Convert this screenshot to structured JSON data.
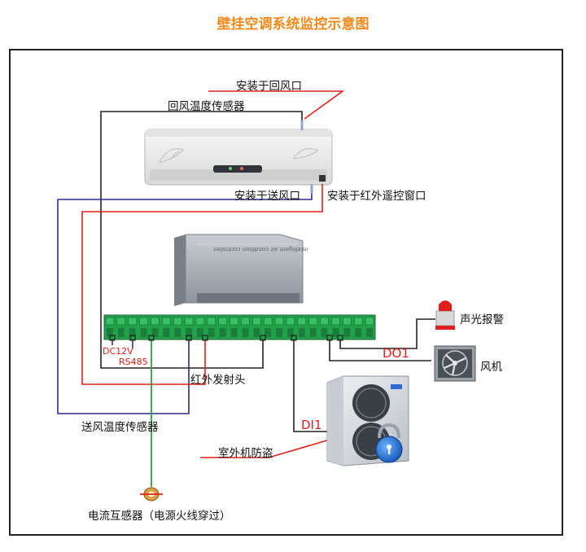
{
  "title": "壁挂空调系统监控示意图",
  "labels": {
    "return_air_mount": "安装于回风口",
    "return_air_sensor": "回风温度传感器",
    "supply_air_mount": "安装于送风口",
    "ir_window_mount": "安装于红外遥控窗口",
    "dc12v": "DC12V",
    "rs485": "RS485",
    "ir_emitter": "红外发射头",
    "supply_air_sensor": "送风温度传感器",
    "do1": "DO1",
    "di1": "DI1",
    "alarm": "声光报警",
    "fan": "风机",
    "outdoor_theft": "室外机防盗",
    "current_transformer": "电流互感器（电源火线穿过）"
  },
  "controller_text": "intelligent air condition controller",
  "colors": {
    "title": "#f08a1c",
    "red_line": "#e0201c",
    "blue_line": "#2a2d8f",
    "green_line": "#2ea043",
    "terminal": "#22a04a"
  }
}
